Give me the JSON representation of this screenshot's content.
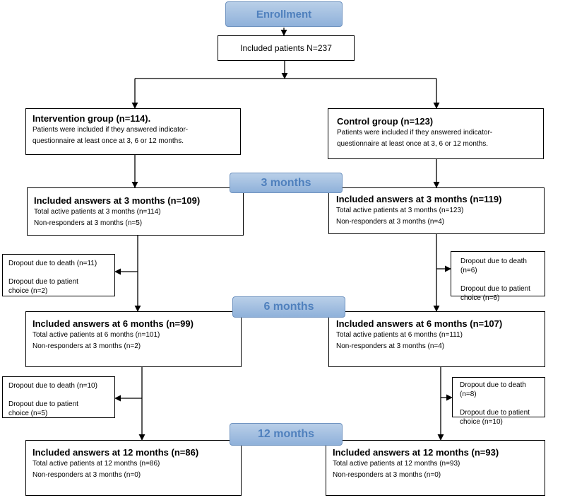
{
  "enrollment": "Enrollment",
  "included_patients": "Included patients N=237",
  "timepoints": {
    "m3": "3 months",
    "m6": "6 months",
    "m12": "12 months"
  },
  "intervention": {
    "group_title": "Intervention group (n=114).",
    "group_desc_1": "Patients were included if they answered indicator-",
    "group_desc_2": "questionnaire at least once at 3, 6 or 12 months.",
    "m3": {
      "title": "Included answers at 3 months (n=109)",
      "line1": "Total active patients at 3 months (n=114)",
      "line2": "Non-responders at 3 months (n=5)"
    },
    "dropout_a": {
      "death": "Dropout due to death (n=11)",
      "choice_1": "Dropout due to patient",
      "choice_2": "choice (n=2)"
    },
    "m6": {
      "title": "Included answers at 6 months (n=99)",
      "line1": "Total active patients at 6 months (n=101)",
      "line2": "Non-responders at 3 months (n=2)"
    },
    "dropout_b": {
      "death": "Dropout due to death (n=10)",
      "choice_1": "Dropout due to patient",
      "choice_2": "choice (n=5)"
    },
    "m12": {
      "title": "Included answers at 12 months (n=86)",
      "line1": "Total active patients at 12 months (n=86)",
      "line2": "Non-responders at 3 months (n=0)"
    }
  },
  "control": {
    "group_title": "Control group (n=123)",
    "group_desc_1": "Patients were included if they answered indicator-",
    "group_desc_2": "questionnaire at least once at 3, 6 or 12 months.",
    "m3": {
      "title": "Included answers at 3 months (n=119)",
      "line1": "Total active patients at 3 months (n=123)",
      "line2": "Non-responders at 3 months (n=4)"
    },
    "dropout_a": {
      "death": "Dropout due to death (n=6)",
      "choice_1": "Dropout due to patient",
      "choice_2": "choice (n=6)"
    },
    "m6": {
      "title": "Included answers at 6 months (n=107)",
      "line1": "Total active patients at 6 months (n=111)",
      "line2": "Non-responders at 3 months (n=4)"
    },
    "dropout_b": {
      "death": "Dropout due to death (n=8)",
      "choice_1": "Dropout due to patient",
      "choice_2": "choice (n=10)"
    },
    "m12": {
      "title": "Included answers at 12 months (n=93)",
      "line1": "Total active patients at 12 months (n=93)",
      "line2": "Non-responders at 3 months (n=0)"
    }
  }
}
